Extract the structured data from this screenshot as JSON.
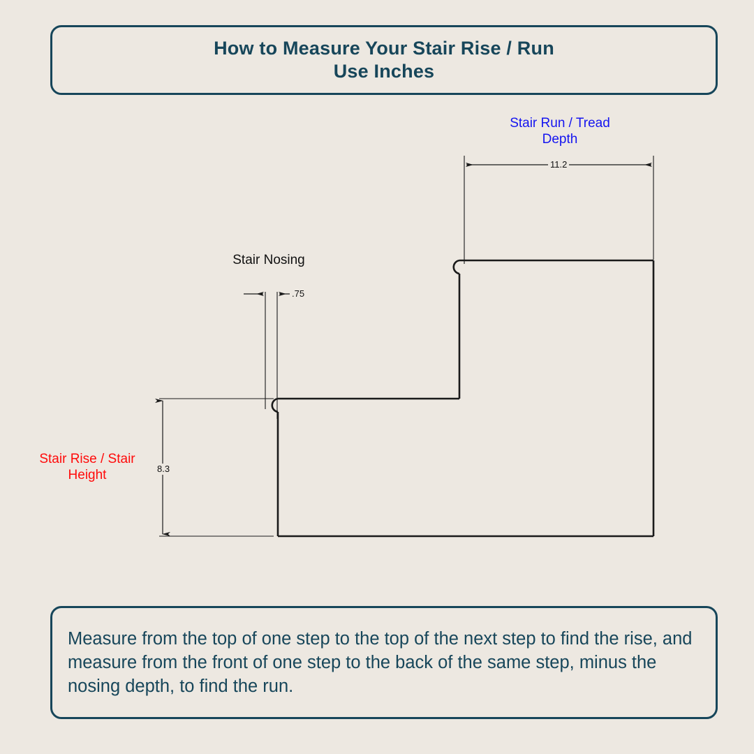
{
  "page": {
    "background_color": "#EDE8E1",
    "ink_color": "#1A1A1A"
  },
  "title": {
    "line1": "How to Measure Your Stair Rise / Run",
    "line2": "Use Inches",
    "color": "#17465A"
  },
  "caption": {
    "text": "Measure from the top of one step to the top of the next step to find the rise, and measure from the front of one step to the back of the same step, minus the nosing depth, to find the run.",
    "color": "#17465A"
  },
  "labels": {
    "run": {
      "text": "Stair Run / Tread\nDepth",
      "color": "#1414F0"
    },
    "rise": {
      "text": "Stair Rise / Stair\nHeight",
      "color": "#FF0A0A"
    },
    "nosing": {
      "text": "Stair Nosing",
      "color": "#111111"
    }
  },
  "dimensions": {
    "run": {
      "value": "11.2",
      "unit": "inches",
      "orientation": "horizontal"
    },
    "rise": {
      "value": "8.3",
      "unit": "inches",
      "orientation": "vertical"
    },
    "nosing": {
      "value": ".75",
      "unit": "inches",
      "orientation": "horizontal"
    }
  },
  "chart_data": {
    "type": "diagram",
    "subject": "stair step profile cross-section",
    "title": "How to Measure Your Stair Rise / Run",
    "annotations": [
      {
        "name": "Stair Run / Tread Depth",
        "value": 11.2,
        "unit": "in",
        "color": "#1414F0"
      },
      {
        "name": "Stair Rise / Stair Height",
        "value": 8.3,
        "unit": "in",
        "color": "#FF0A0A"
      },
      {
        "name": "Stair Nosing",
        "value": 0.75,
        "unit": "in",
        "color": "#111111"
      }
    ]
  }
}
